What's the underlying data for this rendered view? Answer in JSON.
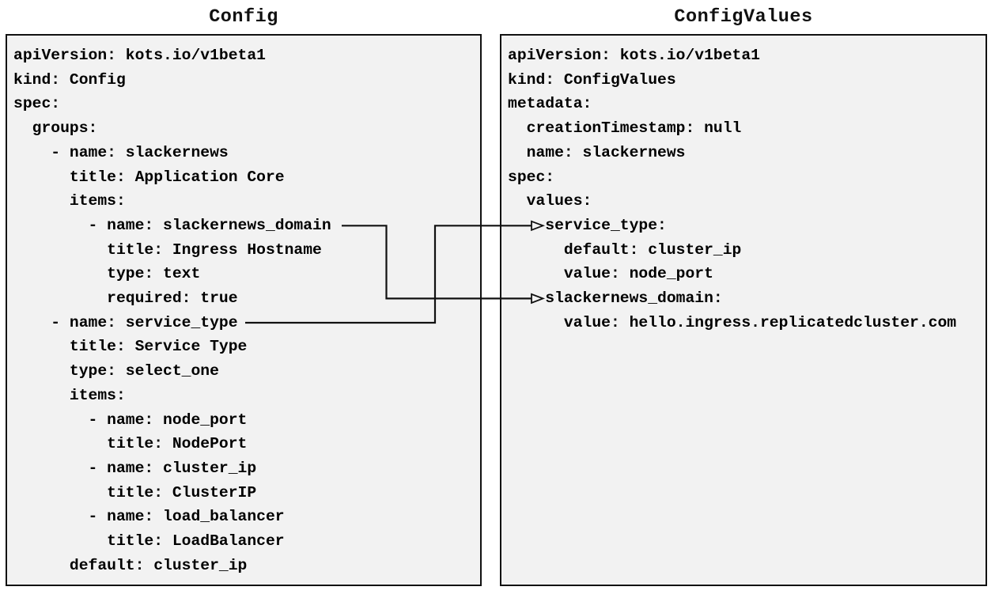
{
  "colors": {
    "page_background": "#ffffff",
    "panel_background": "#f2f2f2",
    "panel_border": "#111111",
    "text": "#000000",
    "connector": "#111111"
  },
  "panels": {
    "config": {
      "title": "Config",
      "yaml_lines": [
        "apiVersion: kots.io/v1beta1",
        "kind: Config",
        "spec:",
        "  groups:",
        "    - name: slackernews",
        "      title: Application Core",
        "      items:",
        "        - name: slackernews_domain",
        "          title: Ingress Hostname",
        "          type: text",
        "          required: true",
        "    - name: service_type",
        "      title: Service Type",
        "      type: select_one",
        "      items:",
        "        - name: node_port",
        "          title: NodePort",
        "        - name: cluster_ip",
        "          title: ClusterIP",
        "        - name: load_balancer",
        "          title: LoadBalancer",
        "      default: cluster_ip"
      ]
    },
    "configvalues": {
      "title": "ConfigValues",
      "yaml_lines": [
        "apiVersion: kots.io/v1beta1",
        "kind: ConfigValues",
        "metadata:",
        "  creationTimestamp: null",
        "  name: slackernews",
        "spec:",
        "  values:",
        "    service_type:",
        "      default: cluster_ip",
        "      value: node_port",
        "    slackernews_domain:",
        "      value: hello.ingress.replicatedcluster.com"
      ]
    }
  },
  "connectors": [
    {
      "from_text": "- name: slackernews_domain",
      "to_text": "slackernews_domain:",
      "description": "Config item slackernews_domain maps to ConfigValues value slackernews_domain"
    },
    {
      "from_text": "- name: service_type",
      "to_text": "service_type:",
      "description": "Config item service_type maps to ConfigValues value service_type"
    }
  ]
}
